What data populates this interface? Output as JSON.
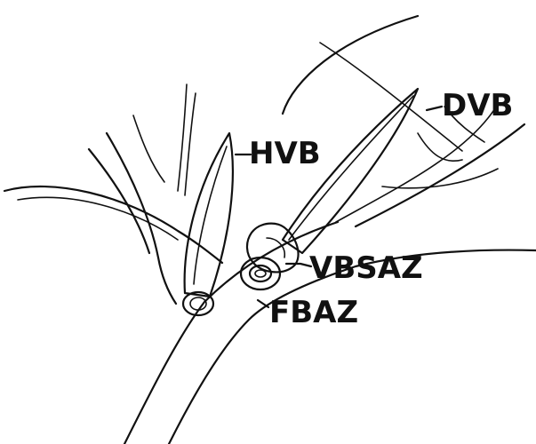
{
  "labels": {
    "hvb": "HVB",
    "dvb": "DVB",
    "vbsaz": "VBSAZ",
    "fbaz": "FBAZ"
  }
}
